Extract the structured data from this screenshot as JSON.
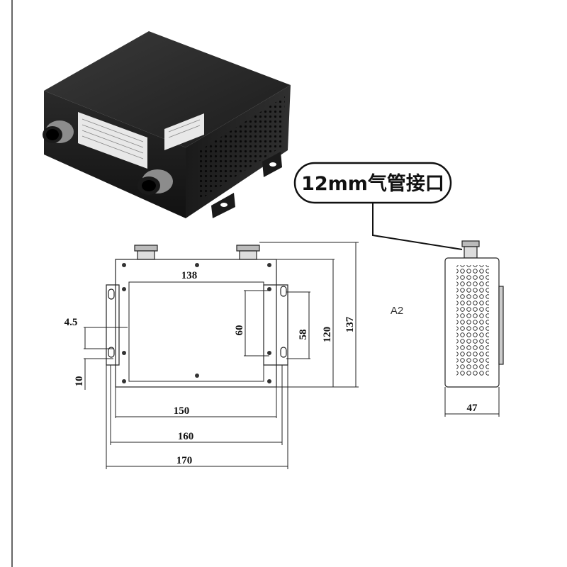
{
  "callout": {
    "text": "12mm气管接口"
  },
  "view_label": "A2",
  "dimensions": {
    "top_width": "138",
    "hole_spacing_150": "150",
    "plate_160": "160",
    "overall_170": "170",
    "slot_width": "4.5",
    "slot_offset": "10",
    "height_60": "60",
    "height_58": "58",
    "height_120": "120",
    "height_137": "137",
    "side_depth": "47"
  }
}
